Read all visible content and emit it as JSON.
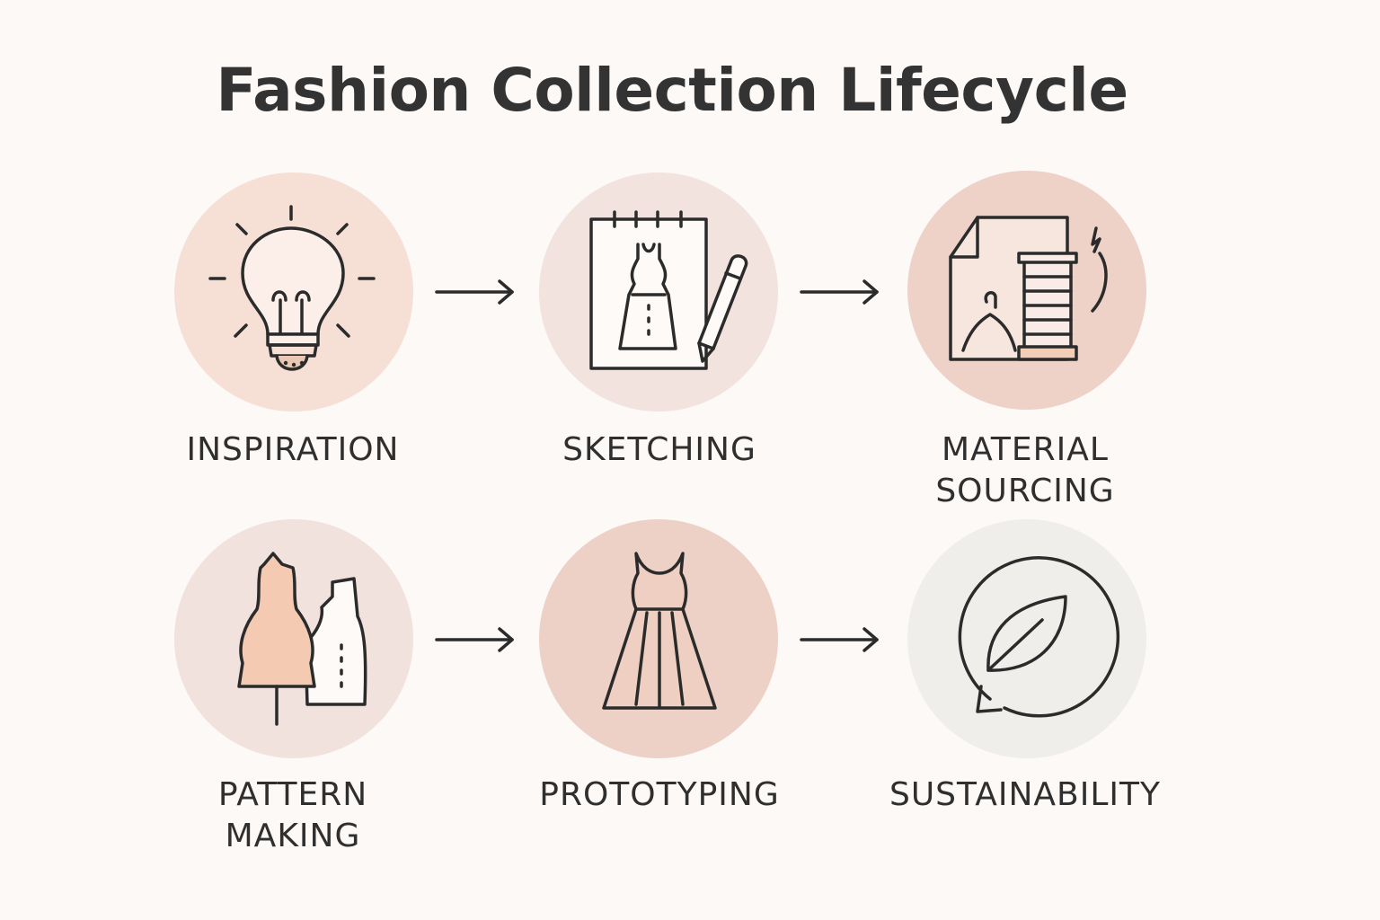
{
  "title": "Fashion Collection Lifecycle",
  "colors": {
    "background": "#fcf9f6",
    "stroke": "#2b2b2b",
    "peach": "#f5dfd6",
    "blush": "#f1e1dc",
    "rose": "#edd1c6",
    "neutral": "#efedea",
    "fill_accent": "#f2cdb8"
  },
  "steps": [
    {
      "id": "inspiration",
      "lines": [
        "INSPIRATION"
      ],
      "icon": "lightbulb-icon",
      "circle_color": "#f6e0d6"
    },
    {
      "id": "sketching",
      "lines": [
        "SKETCHING"
      ],
      "icon": "sketchbook-pencil-icon",
      "circle_color": "#f2e3de"
    },
    {
      "id": "material-sourcing",
      "lines": [
        "MATERIAL",
        "SOURCING"
      ],
      "icon": "fabric-thread-spool-icon",
      "circle_color": "#eed2c7"
    },
    {
      "id": "pattern-making",
      "lines": [
        "PATTERN",
        "MAKING"
      ],
      "icon": "dress-form-pattern-icon",
      "circle_color": "#f2e2dd"
    },
    {
      "id": "prototyping",
      "lines": [
        "PROTOTYPING"
      ],
      "icon": "dress-icon",
      "circle_color": "#eed1c6"
    },
    {
      "id": "sustainability",
      "lines": [
        "SUSTAINABILITY"
      ],
      "icon": "leaf-cycle-icon",
      "circle_color": "#f0eeeb"
    }
  ],
  "connectors": [
    {
      "from": "inspiration",
      "to": "sketching",
      "icon": "arrow-right-icon"
    },
    {
      "from": "sketching",
      "to": "material-sourcing",
      "icon": "arrow-right-icon"
    },
    {
      "from": "pattern-making",
      "to": "prototyping",
      "icon": "arrow-right-icon"
    },
    {
      "from": "prototyping",
      "to": "sustainability",
      "icon": "arrow-right-icon"
    }
  ]
}
